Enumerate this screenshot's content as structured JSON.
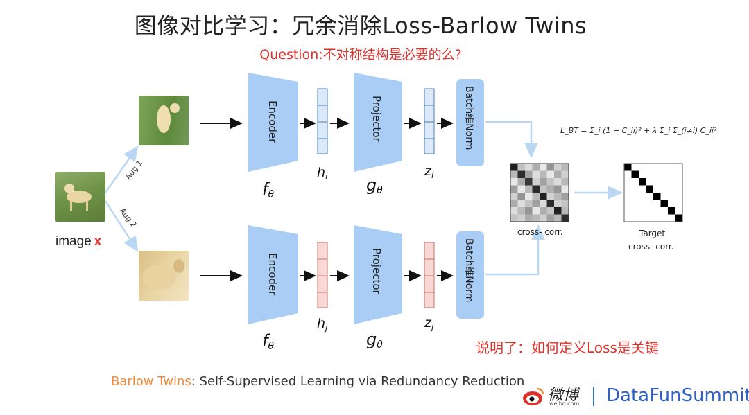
{
  "title": "图像对比学习：冗余消除Loss-Barlow Twins",
  "question": "Question:不对称结构是必要的么?",
  "conclusion": "说明了：如何定义Loss是关键",
  "image_label": {
    "text": "image",
    "var": "x"
  },
  "aug_labels": {
    "aug1": "Aug 1",
    "aug2": "Aug 2"
  },
  "encoder_label": "Encoder",
  "projector_label": "Projector",
  "batchnorm_label": "Batch维Norm",
  "math": {
    "f_theta": "f",
    "f_sub": "θ",
    "g_theta": "g",
    "g_sub": "θ",
    "h_i": "h",
    "h_i_sub": "i",
    "h_j": "h",
    "h_j_sub": "j",
    "z_i": "z",
    "z_i_sub": "i",
    "z_j": "z",
    "z_j_sub": "j"
  },
  "loss_formula": "L_BT = Σ_i (1 − C_ii)² + λ Σ_i Σ_(j≠i) C_ij²",
  "cross_corr_label": "cross- corr.",
  "target_label": {
    "line1": "Target",
    "line2": "cross- corr."
  },
  "footer": {
    "highlight": "Barlow Twins",
    "rest": ": Self-Supervised Learning via Redundancy Reduction"
  },
  "logo": {
    "weibo": "微博",
    "weibo_sub": "weibo.com",
    "brand": "DataFunSummit"
  },
  "colors": {
    "accent_red": "#e0302a",
    "block_blue": "#a9cdf5",
    "vector_blue": "#dce9f8",
    "vector_pink": "#f8d8d4",
    "brand_blue": "#2e62c8",
    "footer_orange": "#f08a3a"
  },
  "cross_corr_matrix": [
    [
      0.95,
      0.25,
      0.15,
      0.35,
      0.1,
      0.45,
      0.2,
      0.3
    ],
    [
      0.3,
      0.9,
      0.4,
      0.15,
      0.3,
      0.1,
      0.35,
      0.2
    ],
    [
      0.1,
      0.35,
      0.85,
      0.2,
      0.4,
      0.25,
      0.15,
      0.3
    ],
    [
      0.4,
      0.1,
      0.3,
      0.9,
      0.25,
      0.35,
      0.45,
      0.1
    ],
    [
      0.2,
      0.45,
      0.1,
      0.3,
      0.95,
      0.2,
      0.3,
      0.4
    ],
    [
      0.35,
      0.15,
      0.25,
      0.4,
      0.15,
      0.9,
      0.2,
      0.25
    ],
    [
      0.15,
      0.3,
      0.45,
      0.1,
      0.35,
      0.25,
      0.95,
      0.3
    ],
    [
      0.25,
      0.2,
      0.35,
      0.3,
      0.2,
      0.4,
      0.3,
      0.9
    ]
  ]
}
